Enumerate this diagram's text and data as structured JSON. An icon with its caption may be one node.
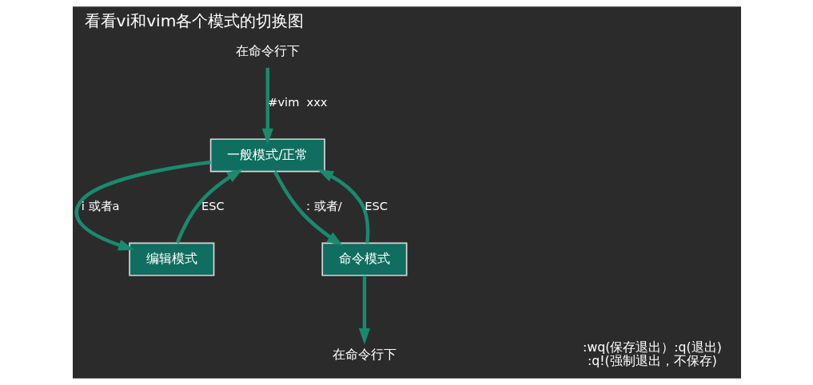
{
  "diagram": {
    "title": "看看vi和vim各个模式的切换图",
    "nodes": [
      {
        "text": [
          "在命令行下"
        ]
      },
      {
        "text": [
          "一般模式/正常"
        ]
      },
      {
        "text": [
          "编辑模式"
        ]
      },
      {
        "text": [
          "命令模式"
        ]
      },
      {
        "text": [
          "在命令行下"
        ],
        "beside": [
          ":wq(保存退出）:q(退出)",
          ":q!(强制退出，不保存)"
        ]
      }
    ],
    "edges": [
      {
        "from": 0,
        "to": 1,
        "arrow": "to",
        "label": "#vim  xxx"
      },
      {
        "from": 1,
        "to": 2,
        "arrow": "to",
        "label": "i 或者a"
      },
      {
        "from": 2,
        "to": 1,
        "arrow": "to",
        "label": "ESC"
      },
      {
        "from": 3,
        "to": 1,
        "arrow": "to",
        "label": "ESC"
      },
      {
        "from": 1,
        "to": 3,
        "arrow": "to",
        "label": "：或者/"
      },
      {
        "from": 3,
        "to": 4,
        "arrow": "to"
      }
    ]
  }
}
